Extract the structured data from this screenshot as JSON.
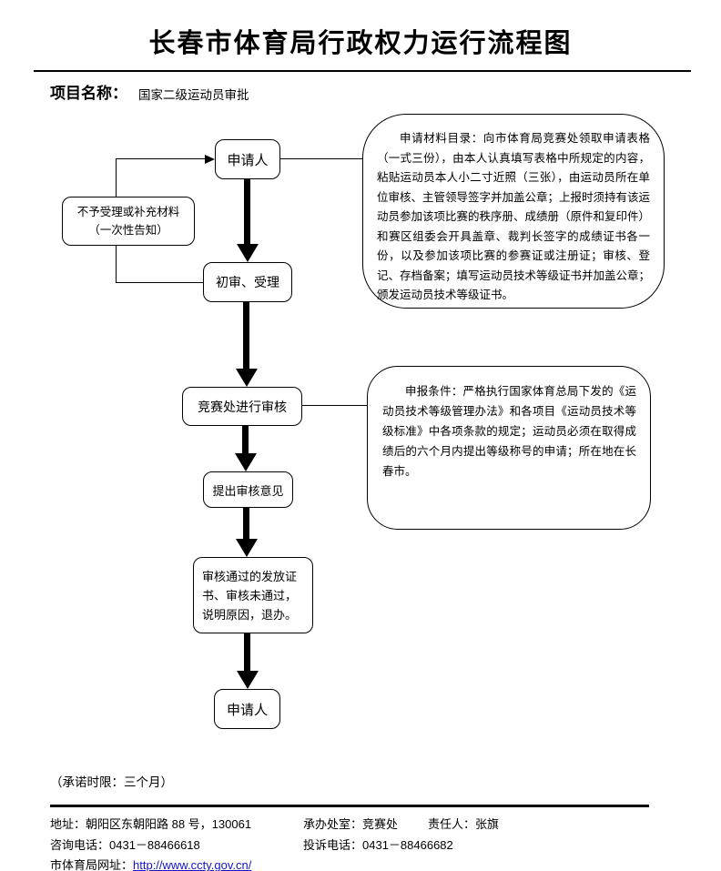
{
  "header": {
    "title": "长春市体育局行政权力运行流程图",
    "project_label": "项目名称：",
    "project_value": "国家二级运动员审批"
  },
  "flow": {
    "applicant_top": "申请人",
    "reject_box": "不予受理或补充材料\n（一次性告知）",
    "initial_review": "初审、受理",
    "dept_review": "竞赛处进行审核",
    "review_opinion": "提出审核意见",
    "result_box": "审核通过的发放证书、审核未通过，说明原因，退办。",
    "applicant_bottom": "申请人"
  },
  "callouts": {
    "materials": "申请材料目录：向市体育局竞赛处领取申请表格（一式三份），由本人认真填写表格中所规定的内容，粘贴运动员本人小二寸近照（三张），由运动员所在单位审核、主管领导签字并加盖公章；上报时须持有该运动员参加该项比赛的秩序册、成绩册（原件和复印件）和赛区组委会开具盖章、裁判长签字的成绩证书各一份，以及参加该项比赛的参赛证或注册证；审核、登记、存档备案；填写运动员技术等级证书并加盖公章；颁发运动员技术等级证书。",
    "conditions": "申报条件：严格执行国家体育总局下发的《运动员技术等级管理办法》和各项目《运动员技术等级标准》中各项条款的规定；运动员必须在取得成绩后的六个月内提出等级称号的申请；所在地在长春市。"
  },
  "note": "（承诺时限：三个月）",
  "footer": {
    "address": "地址：朝阳区东朝阳路 88 号，130061",
    "office": "承办处室：竞赛处",
    "responsible": "责任人：张旗",
    "consult_phone": "咨询电话：0431－88466618",
    "complaint_phone": "投诉电话：0431－88466682",
    "website_label": "市体育局网址：",
    "website_url": "http://www.ccty.gov.cn/"
  },
  "colors": {
    "link": "#1414cc",
    "line": "#000000"
  }
}
